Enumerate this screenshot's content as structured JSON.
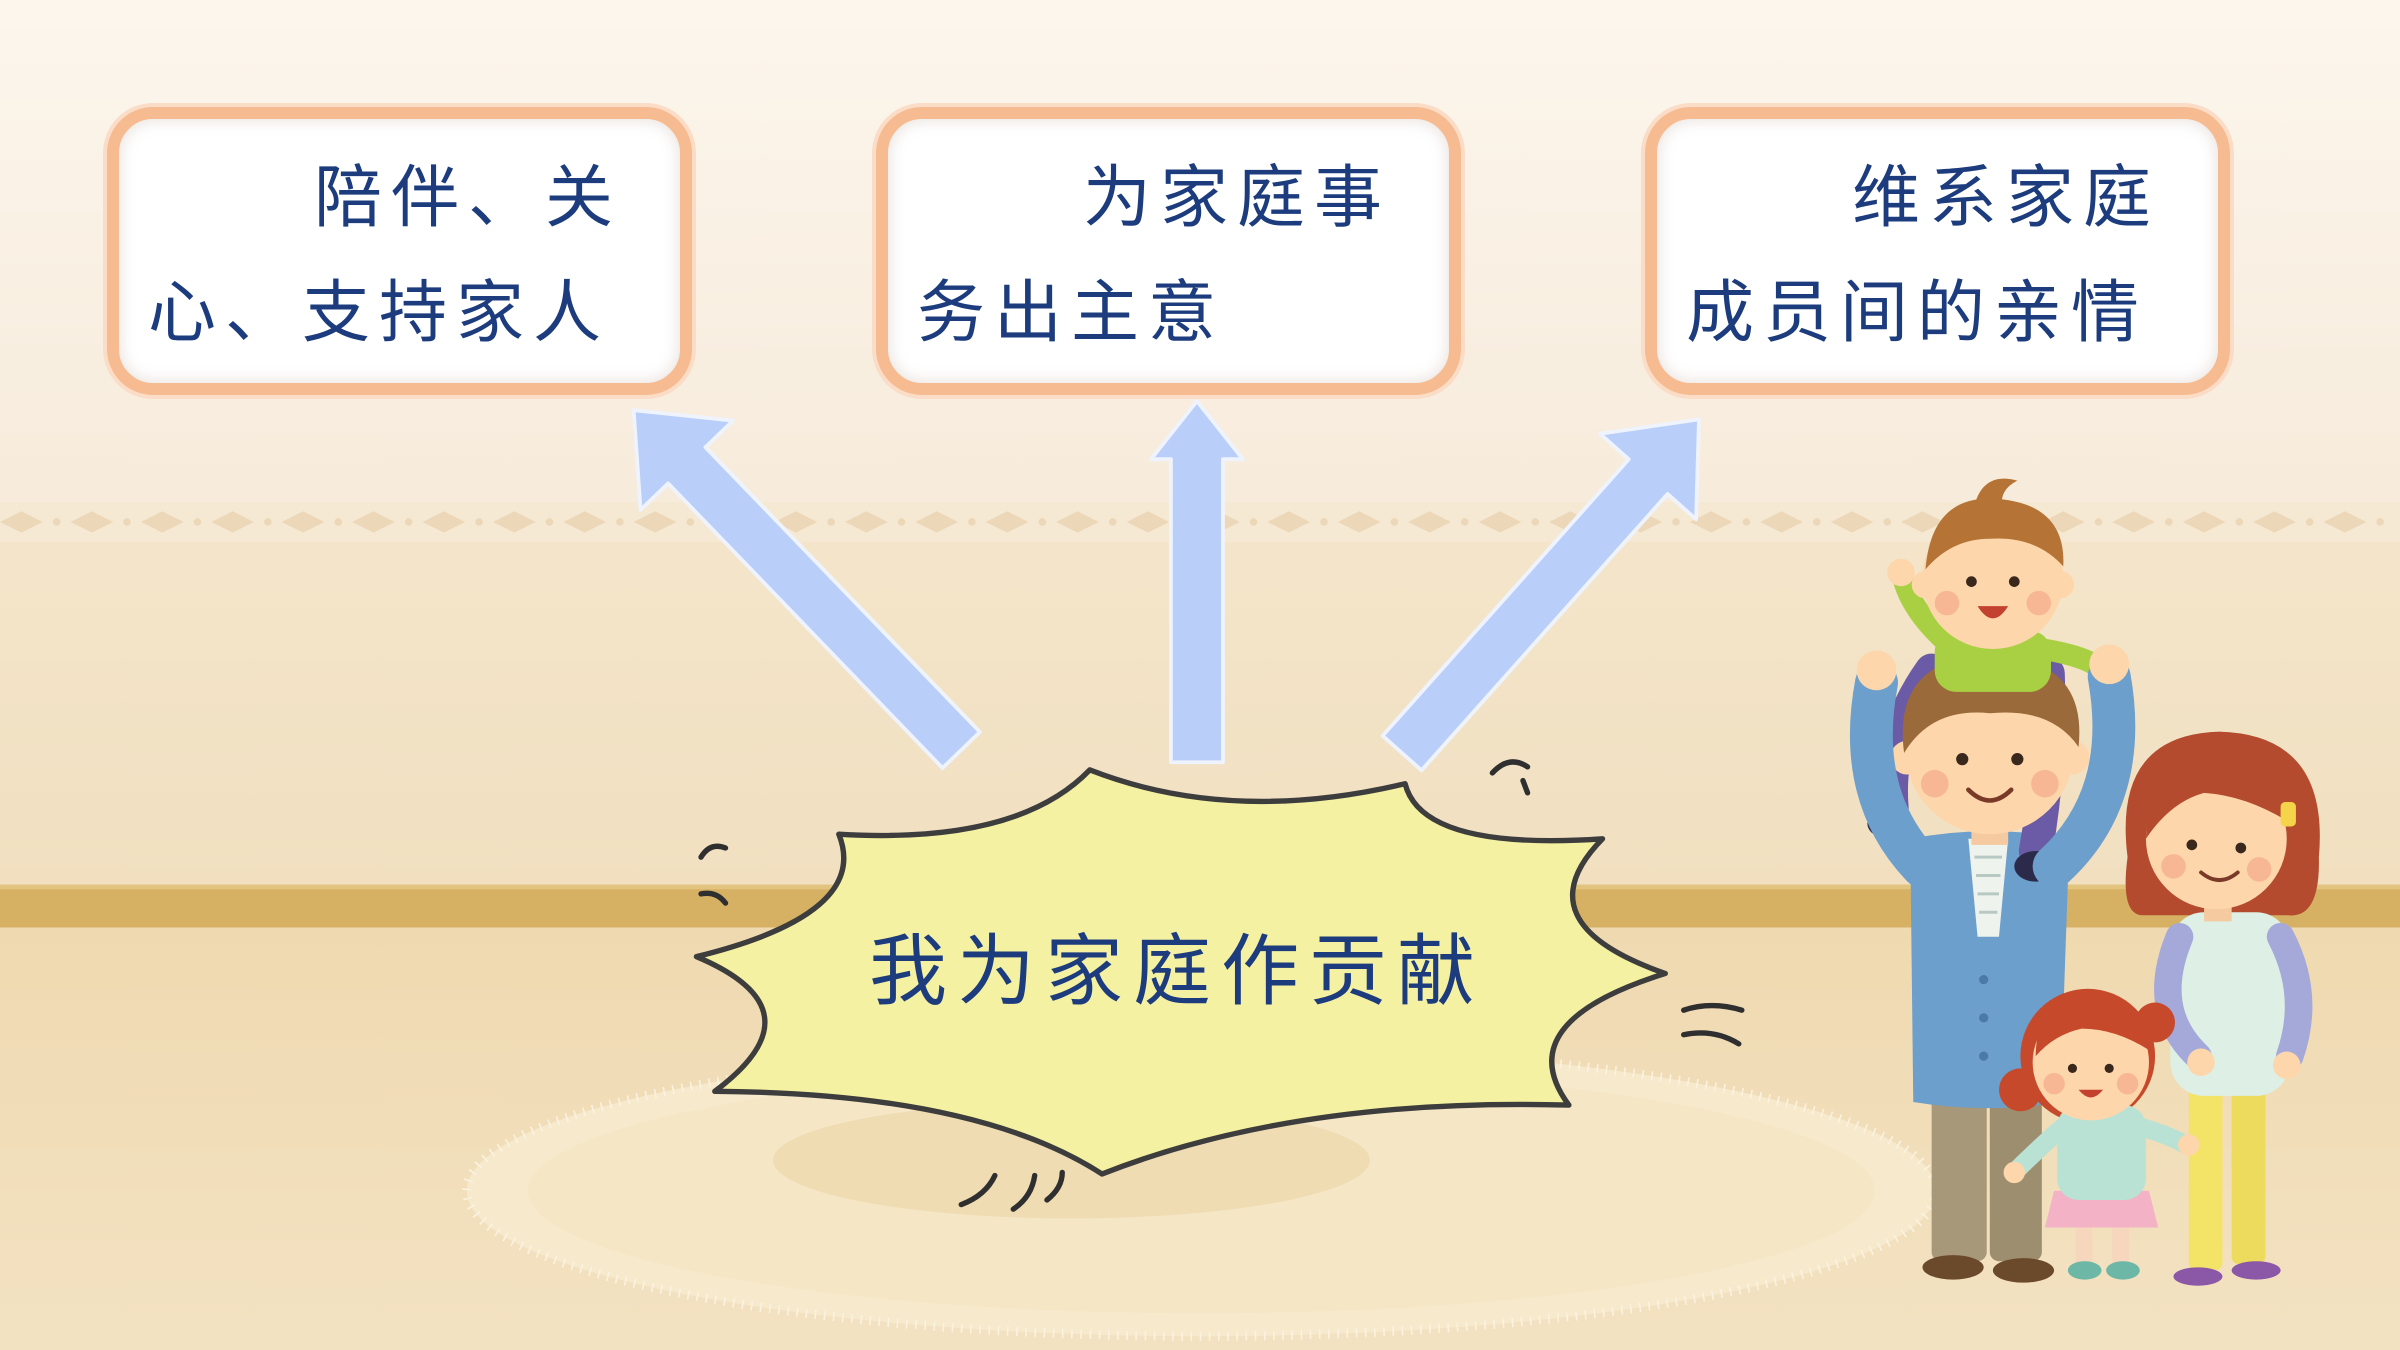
{
  "slide": {
    "boxes": [
      {
        "lines": [
          "陪伴、关",
          "心、支持家人"
        ]
      },
      {
        "lines": [
          "为家庭事",
          "务出主意"
        ]
      },
      {
        "lines": [
          "维系家庭",
          "成员间的亲情"
        ]
      }
    ],
    "center_label": "我为家庭作贡献"
  },
  "colors": {
    "text": "#1c3c7e",
    "box_border": "#f6bb91",
    "arrow_fill": "#b9cef8",
    "burst_fill": "#f5f1a2",
    "burst_stroke": "#3d3d3d",
    "baseboard": "#d6b164"
  }
}
